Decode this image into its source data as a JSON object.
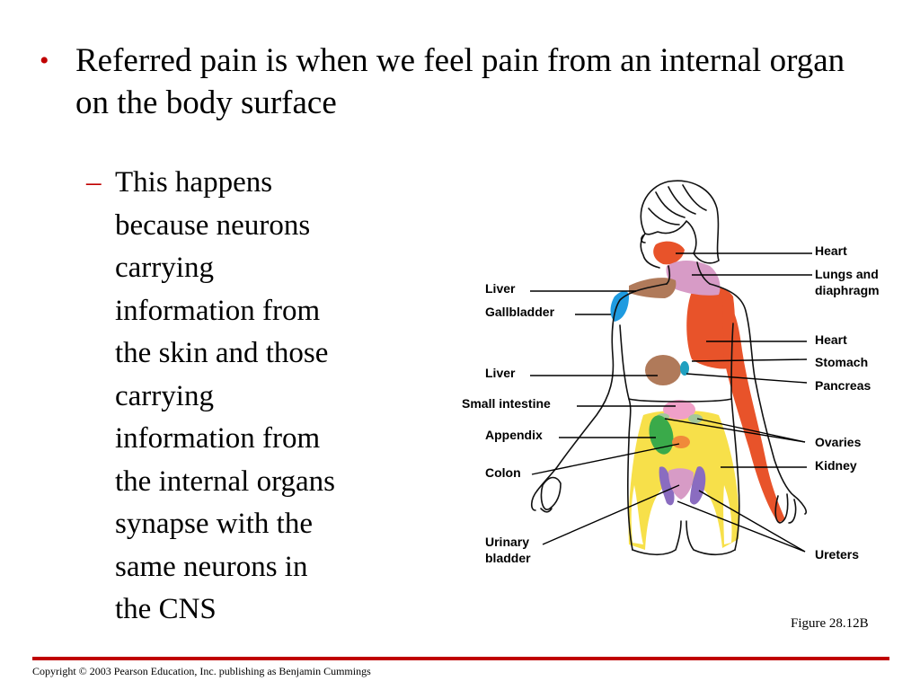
{
  "slide": {
    "bullet": "Referred pain is when we feel pain from an internal organ on the body surface",
    "subbullet": "This happens because neurons carrying information from the skin and those carrying information from the internal organs synapse with the same neurons in the CNS",
    "subbullet_lines": [
      "This happens",
      "because neurons",
      "carrying",
      "information from",
      "the skin and those",
      "carrying",
      "information from",
      "the internal organs",
      "synapse with the",
      "same neurons in",
      "the CNS"
    ],
    "figure_caption": "Figure 28.12B",
    "copyright": "Copyright © 2003 Pearson Education, Inc. publishing as Benjamin Cummings"
  },
  "diagram": {
    "labels_right": {
      "heart_top": "Heart",
      "lungs_line1": "Lungs and",
      "lungs_line2": "diaphragm",
      "heart": "Heart",
      "stomach": "Stomach",
      "pancreas": "Pancreas",
      "ovaries": "Ovaries",
      "kidney": "Kidney",
      "ureters": "Ureters"
    },
    "labels_left": {
      "liver_top": "Liver",
      "gallbladder": "Gallbladder",
      "liver": "Liver",
      "small_intestine": "Small intestine",
      "appendix": "Appendix",
      "colon": "Colon",
      "bladder_line1": "Urinary",
      "bladder_line2": "bladder"
    },
    "colors": {
      "heart": "#e8532a",
      "lungs": "#d79bc6",
      "liver": "#b07a5a",
      "gallbladder": "#1f9be0",
      "colon": "#f7e04a",
      "appendix": "#3aaa4a",
      "small_intestine": "#f0a0c8",
      "ureters": "#8a6cc0",
      "kidney": "#f7e04a",
      "pancreas": "#20a0c0",
      "bullet": "#c00000"
    }
  }
}
